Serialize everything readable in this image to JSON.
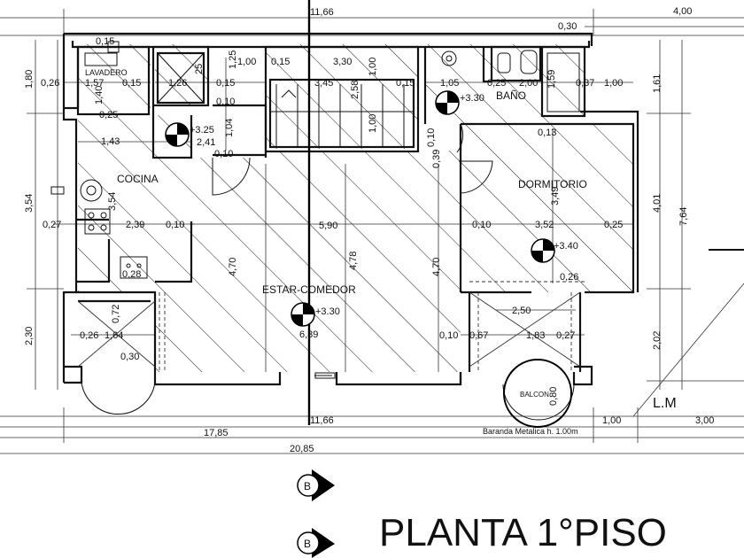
{
  "title": "PLANTA 1°PISO",
  "rooms": {
    "lavadero": "LAVADERO",
    "cocina": "COCINA",
    "bano": "BAÑO",
    "dormitorio": "DORMITORIO",
    "estar_comedor": "ESTAR-COMEDOR",
    "balcon": "BALCON"
  },
  "levels": {
    "kitchen": "+3.25",
    "bath": "+3.30",
    "bedroom": "+3.40",
    "living": "+3.30"
  },
  "annotations": {
    "baranda": "Baranda Metalica h. 1.00m",
    "linea_municipal": "L.M",
    "section_marker": "B"
  },
  "dimensions": {
    "top_total": "11,66",
    "top_right": "4,00",
    "top_030": "0,30",
    "bottom_total": "11,66",
    "bottom_100": "1,00",
    "bottom_300": "3,00",
    "overall_1785": "17,85",
    "overall_2085": "20,85",
    "left_180": "1,80",
    "left_354": "3,54",
    "left_230": "2,30",
    "right_161": "1,61",
    "right_401": "4,01",
    "right_764": "7,64",
    "right_202": "2,02",
    "lav_015": "0,15",
    "lav_026": "0,26",
    "lav_157": "1,57",
    "lav_015b": "0,15",
    "lav_140": "1,40",
    "lav_025": "0,25",
    "pan_025": "25",
    "pan_126": "1,26",
    "pan_015": "0,15",
    "pan_010": "0,10",
    "pan_125": "1,25",
    "coc_143": "1,43",
    "coc_241": "2,41",
    "coc_010": "0,10",
    "coc_104": "1,04",
    "coc_027": "0,27",
    "coc_354": "3,54",
    "coc_239": "2,39",
    "coc_010b": "0,10",
    "coc_028": "0,28",
    "esc_100": "1,00",
    "esc_015": "0,15",
    "esc_330": "3,30",
    "esc_100b": "1,00",
    "esc_345": "3,45",
    "esc_258": "2,58",
    "esc_100c": "1,00",
    "esc_015b": "0,15",
    "esc_105": "1,05",
    "ban_025": "0,25",
    "ban_200": "2,00",
    "ban_037": "0,37",
    "ban_100": "1,00",
    "ban_159": "1,59",
    "ban_013": "0,13",
    "liv_590": "5,90",
    "liv_470": "4,70",
    "liv_478": "4,78",
    "liv_470b": "4,70",
    "liv_639": "6,39",
    "liv_039": "0,39",
    "liv_010": "0,10",
    "dor_349": "3,49",
    "dor_010": "0,10",
    "dor_352": "3,52",
    "dor_025": "0,25",
    "dor_026": "0,26",
    "ter_072": "0,72",
    "ter_026": "0,26",
    "ter_164": "1,64",
    "ter_030": "0,30",
    "bal_250": "2,50",
    "bal_010": "0,10",
    "bal_067": "0,67",
    "bal_183": "1,83",
    "bal_027": "0,27",
    "bal_080": "0,80"
  }
}
